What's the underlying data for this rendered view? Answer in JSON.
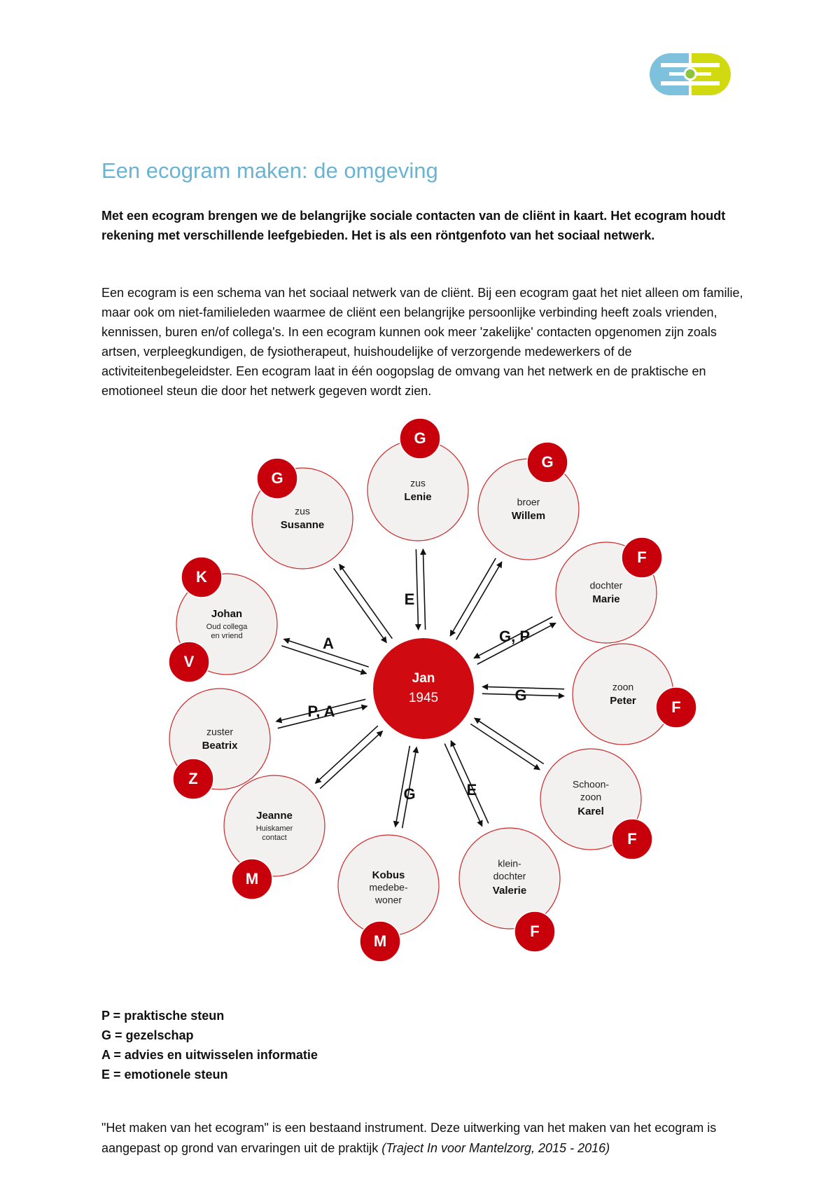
{
  "title": "Een ecogram maken: de omgeving",
  "intro": "Met een ecogram brengen we de belangrijke sociale contacten van de cliënt in kaart. Het ecogram houdt rekening met verschillende leefgebieden. Het is als een röntgenfoto van het sociaal netwerk.",
  "body": "Een ecogram is een schema van het sociaal netwerk van de cliënt. Bij een ecogram gaat het niet alleen om familie, maar ook om niet-familieleden waarmee de cliënt een belangrijke persoonlijke verbinding heeft zoals vrienden, kennissen, buren en/of collega's. In een ecogram kunnen ook meer 'zakelijke' contacten opgenomen zijn zoals artsen, verpleegkundigen, de fysiotherapeut, huishoudelijke of verzorgende medewerkers of de activiteitenbegeleidster. Een ecogram laat in één oogopslag de omvang van het netwerk en de praktische en emotioneel steun die door het netwerk gegeven wordt zien.",
  "colors": {
    "title": "#6ab3d3",
    "node_fill": "#f3f0f0",
    "node_stroke": "#cc2a2a",
    "badge": "#c8000b",
    "center": "#cf0a10",
    "logo_blue": "#7ec1dc",
    "logo_green": "#d1da10",
    "logo_dot": "#8cc43c"
  },
  "diagram": {
    "center": {
      "name": "Jan",
      "year": "1945"
    },
    "nodes": [
      {
        "id": "susanne",
        "line1": "zus",
        "name": "Susanne",
        "badge": "G"
      },
      {
        "id": "lenie",
        "line1": "zus",
        "name": "Lenie",
        "badge": "G"
      },
      {
        "id": "willem",
        "line1": "broer",
        "name": "Willem",
        "badge": "G"
      },
      {
        "id": "marie",
        "line1": "dochter",
        "name": "Marie",
        "badge": "F"
      },
      {
        "id": "peter",
        "line1": "zoon",
        "name": "Peter",
        "badge": "F"
      },
      {
        "id": "karel",
        "line1": "Schoon-",
        "line2": "zoon",
        "name": "Karel",
        "badge": "F"
      },
      {
        "id": "valerie",
        "line1": "klein-",
        "line2": "dochter",
        "name": "Valerie",
        "badge": "F"
      },
      {
        "id": "kobus",
        "name": "Kobus",
        "line3": "medebe-",
        "line4": "woner",
        "badge": "M"
      },
      {
        "id": "jeanne",
        "name": "Jeanne",
        "line3": "Huiskamer",
        "line4": "contact",
        "badge": "M"
      },
      {
        "id": "beatrix",
        "line1": "zuster",
        "name": "Beatrix",
        "badge": "Z"
      },
      {
        "id": "johan",
        "name": "Johan",
        "line3": "Oud collega",
        "line4": "en vriend",
        "badge": "K",
        "badge2": "V"
      }
    ],
    "edge_labels": [
      {
        "id": "lenie",
        "text": "E"
      },
      {
        "id": "willem",
        "text": "G, P"
      },
      {
        "id": "peter",
        "text": "G"
      },
      {
        "id": "valerie",
        "text": "E"
      },
      {
        "id": "kobus",
        "text": "G"
      },
      {
        "id": "beatrix",
        "text": "P, A"
      },
      {
        "id": "johan",
        "text": "A"
      }
    ]
  },
  "legend": [
    "P = praktische steun",
    "G = gezelschap",
    "A = advies en uitwisselen informatie",
    "E = emotionele steun"
  ],
  "footer": {
    "text": "\"Het maken van het ecogram\" is een bestaand instrument. Deze uitwerking van het maken van het ecogram is aangepast op grond van ervaringen uit de praktijk",
    "citation": "(Traject In voor Mantelzorg, 2015 - 2016)"
  }
}
